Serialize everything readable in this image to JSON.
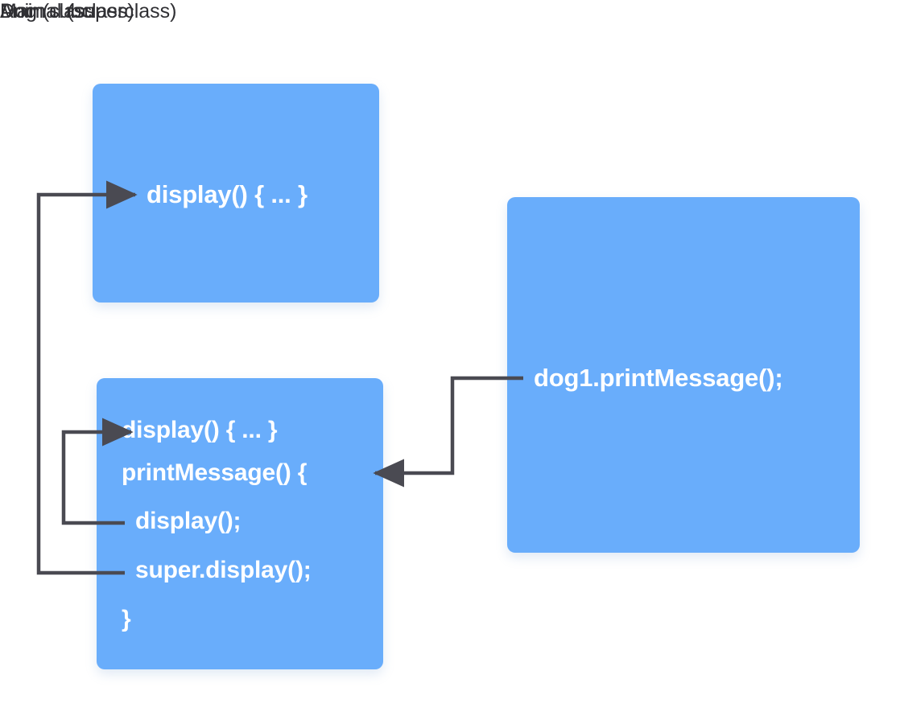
{
  "diagram": {
    "title_semantic": "java-inheritance-super-keyword-diagram",
    "background_color": "#ffffff",
    "box_color": "#69adfb",
    "box_text_color": "#ffffff",
    "label_text_color": "#2f2f33",
    "connector_color": "#4a4a52"
  },
  "boxes": {
    "animal": {
      "title": "Animal (superclass)",
      "lines": [
        {
          "text": "display() { ... }"
        }
      ]
    },
    "dog": {
      "title": "Dog (subclass)",
      "lines": [
        {
          "text": "display() { ... }"
        },
        {
          "text": "printMessage() {"
        },
        {
          "text": "display();"
        },
        {
          "text": "super.display();"
        },
        {
          "text": "}"
        }
      ]
    },
    "main": {
      "title": "Main class",
      "lines": [
        {
          "text": "dog1.printMessage();"
        }
      ]
    }
  },
  "connectors": [
    {
      "name": "super-display-to-animal-display",
      "from": "dog.super.display();",
      "to": "animal.display()",
      "color": "#4a4a52",
      "arrowhead": "right"
    },
    {
      "name": "display-call-to-dog-display",
      "from": "dog.display();",
      "to": "dog.display()",
      "color": "#4a4a52",
      "arrowhead": "right"
    },
    {
      "name": "main-call-to-dog-printmessage",
      "from": "main.dog1.printMessage();",
      "to": "dog.printMessage()",
      "color": "#4a4a52",
      "arrowhead": "left"
    }
  ]
}
